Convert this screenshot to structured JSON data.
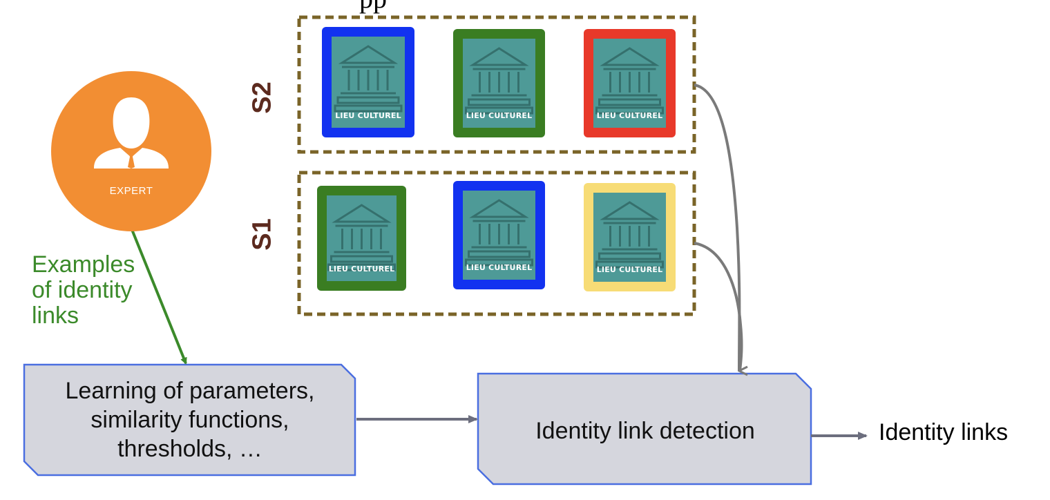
{
  "top_fragment": "pp",
  "expert": {
    "label": "EXPERT"
  },
  "examples_text": {
    "lines": [
      "Examples",
      "of identity",
      "links"
    ]
  },
  "sources": [
    {
      "label": "S2",
      "tiles": [
        {
          "label": "LIEU CULTUREL",
          "border_color": "#1232f0"
        },
        {
          "label": "LIEU CULTUREL",
          "border_color": "#3a7d22"
        },
        {
          "label": "LIEU CULTUREL",
          "border_color": "#e8392a"
        }
      ]
    },
    {
      "label": "S1",
      "tiles": [
        {
          "label": "LIEU CULTUREL",
          "border_color": "#3a7d22"
        },
        {
          "label": "LIEU CULTUREL",
          "border_color": "#1232f0"
        },
        {
          "label": "LIEU CULTUREL",
          "border_color": "#f7dc76"
        }
      ]
    }
  ],
  "learning_box": {
    "lines": [
      "Learning of parameters,",
      "similarity functions,",
      "thresholds, …"
    ]
  },
  "detection_box": {
    "label": "Identity link detection"
  },
  "output": {
    "label": "Identity links"
  },
  "colors": {
    "expert": "#f28e33",
    "examples_arrow": "#3b8a2a",
    "source_frame": "#7a6428",
    "tile_fill": "#4e9a97",
    "box_fill": "#d5d6dd",
    "box_border": "#4a6ee0",
    "connector": "#7a7a7a",
    "s_label": "#5c2a1e"
  },
  "icons": [
    "person-icon",
    "museum-icon"
  ]
}
